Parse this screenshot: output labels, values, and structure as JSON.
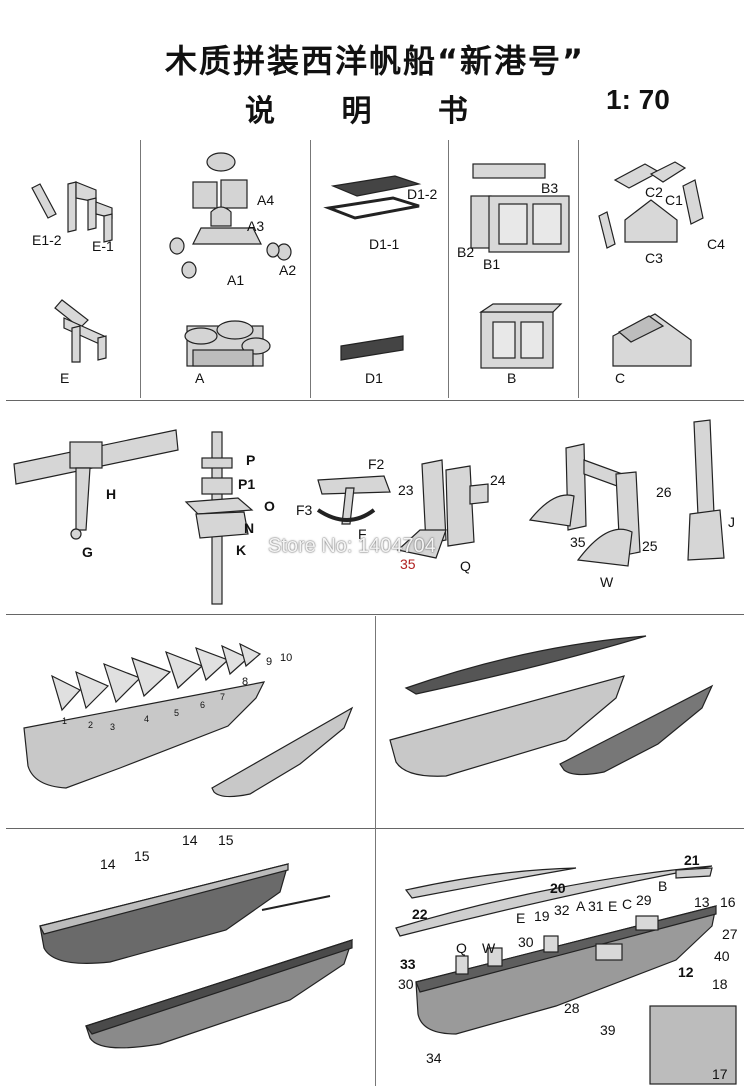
{
  "header": {
    "title": "木质拼装西洋帆船“新港号”",
    "subtitle": "说 明 书",
    "scale": "1: 70"
  },
  "watermark": "Store No: 1404704",
  "row1": {
    "e": {
      "parts": [
        "E1-2",
        "E-1"
      ],
      "assembled": "E"
    },
    "a": {
      "parts": [
        "A4",
        "A3",
        "A1",
        "A2"
      ],
      "assembled": "A"
    },
    "d": {
      "parts": [
        "D1-2",
        "D1-1"
      ],
      "assembled": "D1"
    },
    "b": {
      "parts": [
        "B3",
        "B2",
        "B1"
      ],
      "assembled": "B"
    },
    "c": {
      "parts": [
        "C2",
        "C1",
        "C4",
        "C3"
      ],
      "assembled": "C"
    }
  },
  "row2": {
    "h": {
      "labels": [
        "H",
        "G"
      ]
    },
    "p": {
      "labels": [
        "P",
        "P1",
        "O",
        "N",
        "K"
      ]
    },
    "f": {
      "labels": [
        "F2",
        "F3",
        "F"
      ]
    },
    "q": {
      "labels": [
        "23",
        "24",
        "35",
        "Q"
      ]
    },
    "w": {
      "labels": [
        "26",
        "35",
        "25",
        "W"
      ]
    },
    "j": {
      "labels": [
        "J"
      ]
    }
  },
  "row3": {
    "frames": [
      "1",
      "2",
      "3",
      "4",
      "5",
      "6",
      "7",
      "8",
      "9",
      "10"
    ]
  },
  "row4": {
    "left": [
      "14",
      "15",
      "14",
      "15"
    ],
    "right": [
      "21",
      "20",
      "22",
      "E",
      "19",
      "32",
      "A",
      "31",
      "E",
      "C",
      "29",
      "B",
      "13",
      "16",
      "27",
      "33",
      "Q",
      "W",
      "30",
      "30",
      "12",
      "40",
      "18",
      "28",
      "39",
      "34",
      "17"
    ]
  }
}
